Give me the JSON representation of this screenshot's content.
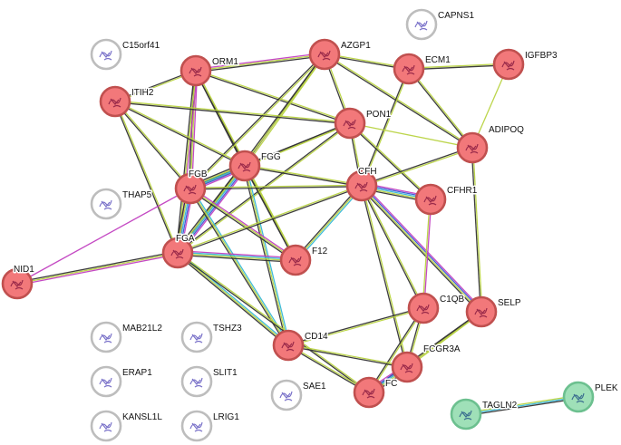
{
  "colors": {
    "red_fill": "#f2787a",
    "red_stroke": "#c0504f",
    "green_fill": "#9fe0b8",
    "green_stroke": "#6cc08f",
    "white_fill": "#ffffff",
    "white_stroke": "#bdbdbd",
    "edge_black": "#333333",
    "edge_olive": "#b8d341",
    "edge_magenta": "#c13fc0",
    "edge_cyan": "#36b7d6",
    "edge_blue": "#3955d6"
  },
  "nodes": [
    {
      "id": "CAPNS1",
      "label": "CAPNS1",
      "group": "white"
    },
    {
      "id": "C15orf41",
      "label": "C15orf41",
      "group": "white"
    },
    {
      "id": "ORM1",
      "label": "ORM1",
      "group": "red"
    },
    {
      "id": "AZGP1",
      "label": "AZGP1",
      "group": "red"
    },
    {
      "id": "ECM1",
      "label": "ECM1",
      "group": "red"
    },
    {
      "id": "IGFBP3",
      "label": "IGFBP3",
      "group": "red"
    },
    {
      "id": "ITIH2",
      "label": "ITIH2",
      "group": "red"
    },
    {
      "id": "PON1",
      "label": "PON1",
      "group": "red"
    },
    {
      "id": "ADIPOQ",
      "label": "ADIPOQ",
      "group": "red"
    },
    {
      "id": "FGG",
      "label": "FGG",
      "group": "red"
    },
    {
      "id": "FGB",
      "label": "FGB",
      "group": "red"
    },
    {
      "id": "CFH",
      "label": "CFH",
      "group": "red"
    },
    {
      "id": "CFHR1",
      "label": "CFHR1",
      "group": "red"
    },
    {
      "id": "THAP5",
      "label": "THAP5",
      "group": "white"
    },
    {
      "id": "FGA",
      "label": "FGA",
      "group": "red"
    },
    {
      "id": "F12",
      "label": "F12",
      "group": "red"
    },
    {
      "id": "NID1",
      "label": "NID1",
      "group": "red"
    },
    {
      "id": "C1QB",
      "label": "C1QB",
      "group": "red"
    },
    {
      "id": "SELP",
      "label": "SELP",
      "group": "red"
    },
    {
      "id": "MAB21L2",
      "label": "MAB21L2",
      "group": "white"
    },
    {
      "id": "TSHZ3",
      "label": "TSHZ3",
      "group": "white"
    },
    {
      "id": "CD14",
      "label": "CD14",
      "group": "red"
    },
    {
      "id": "FCGR3A",
      "label": "FCGR3A",
      "group": "red"
    },
    {
      "id": "ERAP1",
      "label": "ERAP1",
      "group": "white"
    },
    {
      "id": "SLIT1",
      "label": "SLIT1",
      "group": "white"
    },
    {
      "id": "SAE1",
      "label": "SAE1",
      "group": "white"
    },
    {
      "id": "FC",
      "label": "FC",
      "group": "red"
    },
    {
      "id": "KANSL1L",
      "label": "KANSL1L",
      "group": "white"
    },
    {
      "id": "LRIG1",
      "label": "LRIG1",
      "group": "white"
    },
    {
      "id": "TAGLN2",
      "label": "TAGLN2",
      "group": "green"
    },
    {
      "id": "PLEK",
      "label": "PLEK",
      "group": "green"
    }
  ],
  "edges": [
    {
      "a": "ORM1",
      "b": "AZGP1",
      "colors": [
        "magenta",
        "olive",
        "black"
      ]
    },
    {
      "a": "ORM1",
      "b": "ITIH2",
      "colors": [
        "olive",
        "black"
      ]
    },
    {
      "a": "ORM1",
      "b": "FGB",
      "colors": [
        "magenta",
        "olive",
        "black"
      ]
    },
    {
      "a": "ORM1",
      "b": "FGA",
      "colors": [
        "magenta",
        "olive",
        "black"
      ]
    },
    {
      "a": "ORM1",
      "b": "FGG",
      "colors": [
        "olive",
        "black"
      ]
    },
    {
      "a": "ORM1",
      "b": "PON1",
      "colors": [
        "olive",
        "black"
      ]
    },
    {
      "a": "ORM1",
      "b": "F12",
      "colors": [
        "olive",
        "black"
      ]
    },
    {
      "a": "AZGP1",
      "b": "ECM1",
      "colors": [
        "olive",
        "black"
      ]
    },
    {
      "a": "AZGP1",
      "b": "PON1",
      "colors": [
        "olive",
        "black"
      ]
    },
    {
      "a": "AZGP1",
      "b": "FGG",
      "colors": [
        "olive",
        "black"
      ]
    },
    {
      "a": "AZGP1",
      "b": "FGB",
      "colors": [
        "olive",
        "black"
      ]
    },
    {
      "a": "AZGP1",
      "b": "FGA",
      "colors": [
        "olive",
        "black"
      ]
    },
    {
      "a": "AZGP1",
      "b": "ADIPOQ",
      "colors": [
        "olive",
        "black"
      ]
    },
    {
      "a": "ECM1",
      "b": "IGFBP3",
      "colors": [
        "olive",
        "black"
      ]
    },
    {
      "a": "ECM1",
      "b": "ADIPOQ",
      "colors": [
        "olive",
        "black"
      ]
    },
    {
      "a": "ECM1",
      "b": "CFH",
      "colors": [
        "olive",
        "black"
      ]
    },
    {
      "a": "IGFBP3",
      "b": "ADIPOQ",
      "colors": [
        "olive"
      ]
    },
    {
      "a": "ITIH2",
      "b": "FGB",
      "colors": [
        "olive",
        "black"
      ]
    },
    {
      "a": "ITIH2",
      "b": "FGA",
      "colors": [
        "olive",
        "black"
      ]
    },
    {
      "a": "ITIH2",
      "b": "FGG",
      "colors": [
        "olive",
        "black"
      ]
    },
    {
      "a": "ITIH2",
      "b": "PON1",
      "colors": [
        "olive",
        "black"
      ]
    },
    {
      "a": "PON1",
      "b": "FGG",
      "colors": [
        "olive",
        "black"
      ]
    },
    {
      "a": "PON1",
      "b": "FGB",
      "colors": [
        "olive",
        "black"
      ]
    },
    {
      "a": "PON1",
      "b": "FGA",
      "colors": [
        "olive",
        "black"
      ]
    },
    {
      "a": "PON1",
      "b": "ADIPOQ",
      "colors": [
        "olive"
      ]
    },
    {
      "a": "PON1",
      "b": "CFH",
      "colors": [
        "olive",
        "black"
      ]
    },
    {
      "a": "PON1",
      "b": "CFHR1",
      "colors": [
        "olive",
        "black"
      ]
    },
    {
      "a": "ADIPOQ",
      "b": "SELP",
      "colors": [
        "olive",
        "black"
      ]
    },
    {
      "a": "ADIPOQ",
      "b": "CFH",
      "colors": [
        "olive",
        "black"
      ]
    },
    {
      "a": "FGG",
      "b": "FGB",
      "colors": [
        "magenta",
        "blue",
        "cyan",
        "olive",
        "black"
      ]
    },
    {
      "a": "FGG",
      "b": "FGA",
      "colors": [
        "magenta",
        "blue",
        "cyan",
        "olive",
        "black"
      ]
    },
    {
      "a": "FGG",
      "b": "CFH",
      "colors": [
        "olive",
        "black"
      ]
    },
    {
      "a": "FGG",
      "b": "F12",
      "colors": [
        "olive",
        "black"
      ]
    },
    {
      "a": "FGG",
      "b": "CD14",
      "colors": [
        "cyan",
        "olive",
        "black"
      ]
    },
    {
      "a": "FGB",
      "b": "FGA",
      "colors": [
        "magenta",
        "blue",
        "cyan",
        "olive",
        "black"
      ]
    },
    {
      "a": "FGB",
      "b": "F12",
      "colors": [
        "magenta",
        "olive",
        "black"
      ]
    },
    {
      "a": "FGB",
      "b": "CD14",
      "colors": [
        "cyan",
        "olive",
        "black"
      ]
    },
    {
      "a": "FGB",
      "b": "NID1",
      "colors": [
        "magenta"
      ]
    },
    {
      "a": "FGB",
      "b": "CFH",
      "colors": [
        "olive",
        "black"
      ]
    },
    {
      "a": "FGA",
      "b": "F12",
      "colors": [
        "magenta",
        "cyan",
        "olive",
        "black"
      ]
    },
    {
      "a": "FGA",
      "b": "NID1",
      "colors": [
        "magenta",
        "olive",
        "black"
      ]
    },
    {
      "a": "FGA",
      "b": "CD14",
      "colors": [
        "cyan",
        "olive",
        "black"
      ]
    },
    {
      "a": "FGA",
      "b": "CFH",
      "colors": [
        "olive",
        "black"
      ]
    },
    {
      "a": "FGA",
      "b": "FC",
      "colors": [
        "olive",
        "black"
      ]
    },
    {
      "a": "CFH",
      "b": "CFHR1",
      "colors": [
        "magenta",
        "blue",
        "cyan",
        "olive",
        "black"
      ]
    },
    {
      "a": "CFH",
      "b": "F12",
      "colors": [
        "cyan",
        "olive",
        "black"
      ]
    },
    {
      "a": "CFH",
      "b": "C1QB",
      "colors": [
        "olive",
        "black"
      ]
    },
    {
      "a": "CFH",
      "b": "SELP",
      "colors": [
        "magenta",
        "blue",
        "olive",
        "black"
      ]
    },
    {
      "a": "CFH",
      "b": "FCGR3A",
      "colors": [
        "olive",
        "black"
      ]
    },
    {
      "a": "CFHR1",
      "b": "C1QB",
      "colors": [
        "magenta",
        "olive"
      ]
    },
    {
      "a": "C1QB",
      "b": "CD14",
      "colors": [
        "olive",
        "black"
      ]
    },
    {
      "a": "C1QB",
      "b": "FCGR3A",
      "colors": [
        "olive",
        "black"
      ]
    },
    {
      "a": "C1QB",
      "b": "FC",
      "colors": [
        "olive",
        "black"
      ]
    },
    {
      "a": "SELP",
      "b": "FCGR3A",
      "colors": [
        "olive",
        "black"
      ]
    },
    {
      "a": "SELP",
      "b": "FC",
      "colors": [
        "olive",
        "black"
      ]
    },
    {
      "a": "CD14",
      "b": "FCGR3A",
      "colors": [
        "olive",
        "black"
      ]
    },
    {
      "a": "CD14",
      "b": "FC",
      "colors": [
        "olive",
        "black"
      ]
    },
    {
      "a": "FC",
      "b": "FCGR3A",
      "colors": [
        "magenta",
        "blue",
        "cyan",
        "olive",
        "black"
      ]
    },
    {
      "a": "TAGLN2",
      "b": "PLEK",
      "colors": [
        "olive",
        "cyan",
        "black"
      ]
    }
  ]
}
